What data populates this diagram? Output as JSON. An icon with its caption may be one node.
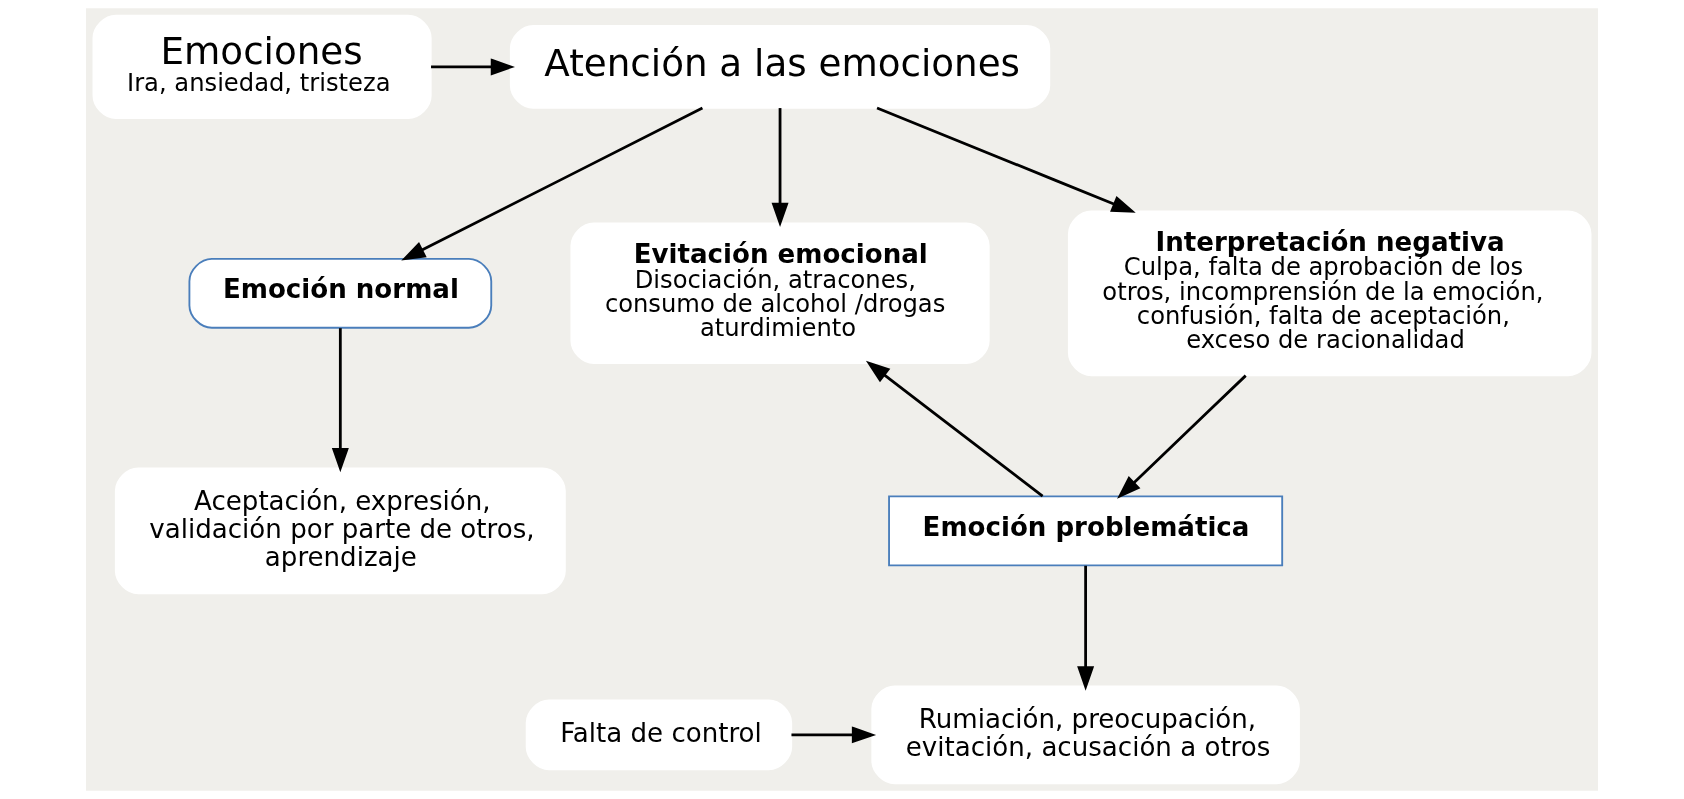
{
  "diagram": {
    "nodes": [
      {
        "text": [
          "Emociones",
          "Ira, ansiedad, tristeza"
        ]
      },
      {
        "text": [
          "Atención a las emociones"
        ]
      },
      {
        "text": [
          "Emoción normal"
        ]
      },
      {
        "text": [
          "Evitación emocional",
          "Disociación, atracones, consumo de alcohol /drogas aturdimiento"
        ]
      },
      {
        "text": [
          "Interpretación negativa",
          "Culpa, falta de aprobación de los otros, incomprensión de la emoción, confusión, falta de aceptación, exceso de racionalidad"
        ]
      },
      {
        "text": [
          "Aceptación, expresión, validación por parte de otros, aprendizaje"
        ]
      },
      {
        "text": [
          "Emoción problemática"
        ]
      },
      {
        "text": [
          "Falta de control"
        ]
      },
      {
        "text": [
          "Rumiación, preocupación, evitación, acusación a otros"
        ]
      }
    ],
    "edges": [
      {
        "from": 0,
        "to": 1,
        "arrow": "to"
      },
      {
        "from": 1,
        "to": 2,
        "arrow": "to"
      },
      {
        "from": 1,
        "to": 3,
        "arrow": "to"
      },
      {
        "from": 1,
        "to": 4,
        "arrow": "to"
      },
      {
        "from": 2,
        "to": 5,
        "arrow": "to"
      },
      {
        "from": 6,
        "to": 3,
        "arrow": "to"
      },
      {
        "from": 4,
        "to": 6,
        "arrow": "to"
      },
      {
        "from": 6,
        "to": 8,
        "arrow": "to"
      },
      {
        "from": 7,
        "to": 8,
        "arrow": "to"
      }
    ]
  }
}
